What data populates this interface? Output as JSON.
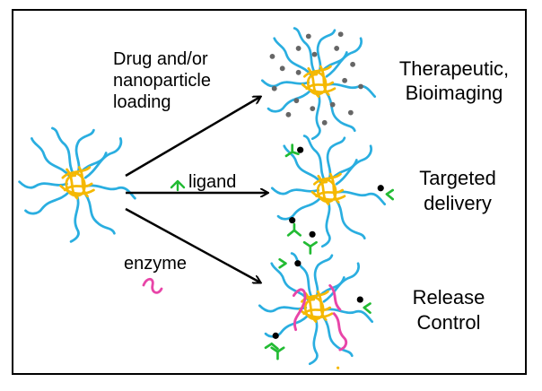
{
  "labels": {
    "loading_line1": "Drug and/or",
    "loading_line2": "nanoparticle",
    "loading_line3": "loading",
    "ligand": "ligand",
    "enzyme": "enzyme",
    "result1_line1": "Therapeutic,",
    "result1_line2": "Bioimaging",
    "result2_line1": "Targeted",
    "result2_line2": "delivery",
    "result3_line1": "Release",
    "result3_line2": "Control"
  },
  "colors": {
    "polymer_chain": "#2aaee0",
    "core": "#f5b800",
    "drug_dot": "#666666",
    "ligand": "#22bb33",
    "linker_dot": "#000000",
    "enzyme": "#e845a8",
    "arrow": "#000000"
  },
  "icons": [
    "micelle",
    "loaded-micelle",
    "ligand-micelle",
    "enzyme-micelle",
    "arrow-right",
    "ligand-icon",
    "enzyme-icon"
  ]
}
